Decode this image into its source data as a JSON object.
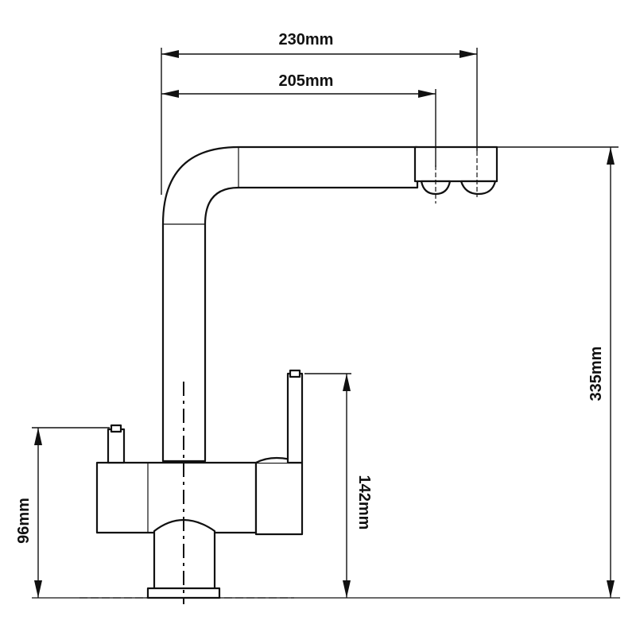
{
  "diagram": {
    "dimensions": {
      "spout_reach_outer": "230mm",
      "spout_reach_inner": "205mm",
      "total_height": "335mm",
      "lever_height": "142mm",
      "body_height": "96mm"
    }
  }
}
